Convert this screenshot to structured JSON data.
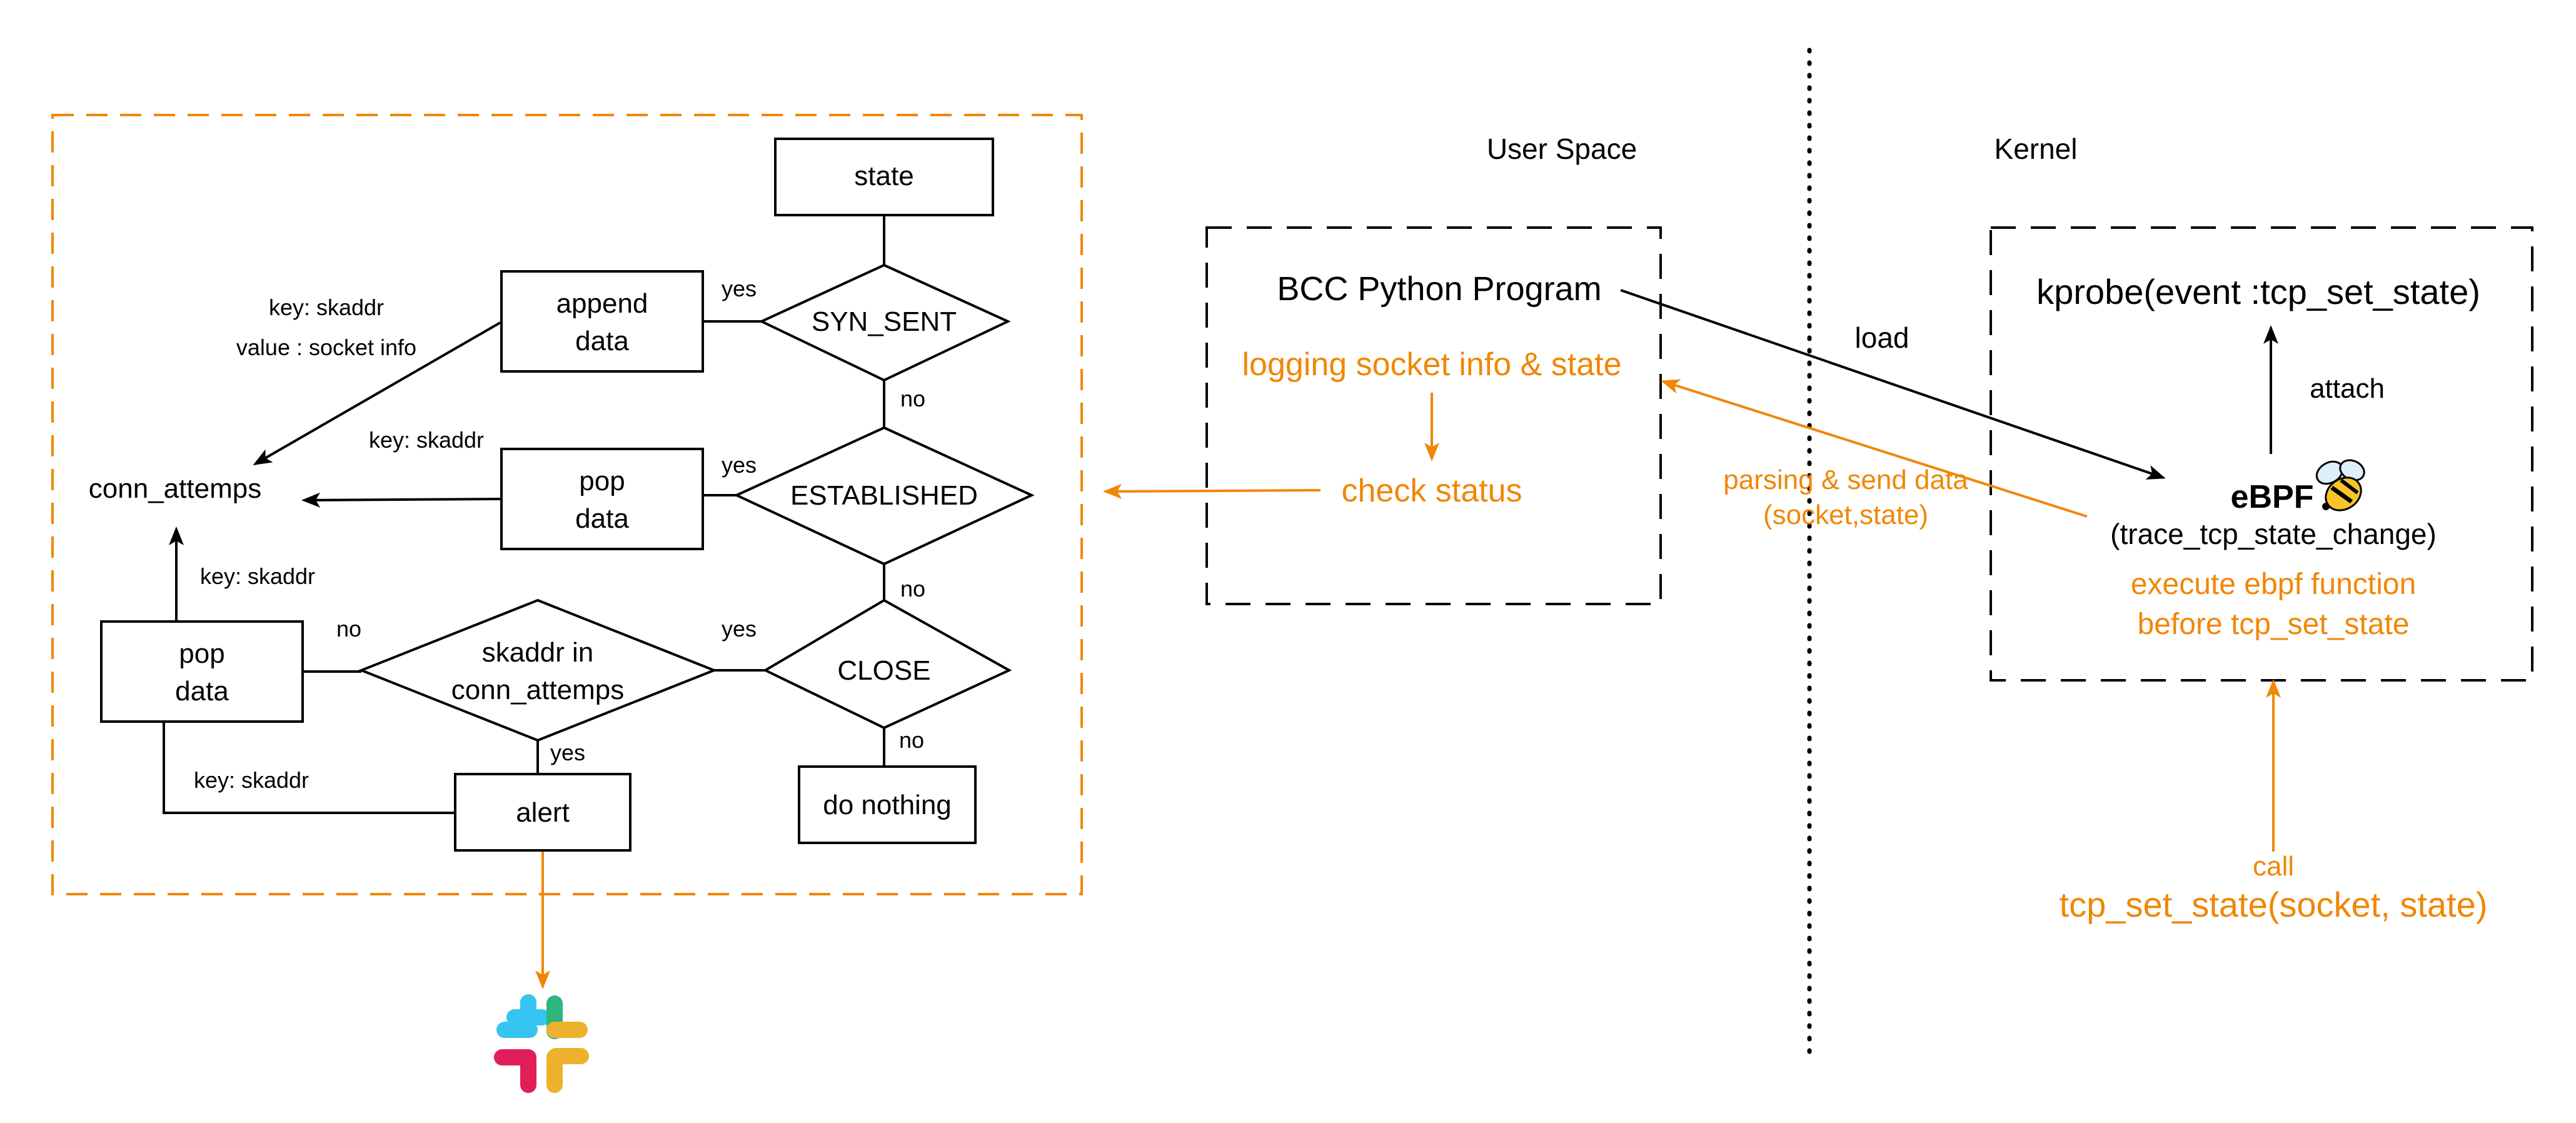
{
  "labels": {
    "user_space": "User Space",
    "kernel": "Kernel"
  },
  "flow": {
    "state": "state",
    "syn_sent": "SYN_SENT",
    "established": "ESTABLISHED",
    "close": "CLOSE",
    "append_data_1": "append",
    "append_data_2": "data",
    "pop_data_1": "pop",
    "pop_data_2": "data",
    "pop_data_left_1": "pop",
    "pop_data_left_2": "data",
    "skaddr_in_1": "skaddr in",
    "skaddr_in_2": "conn_attemps",
    "alert": "alert",
    "do_nothing": "do nothing",
    "conn_attemps": "conn_attemps",
    "edge_key_value_1": "key: skaddr",
    "edge_key_value_2": "value : socket info",
    "edge_key_pop": "key: skaddr",
    "edge_key_up": "key: skaddr",
    "edge_key_alert": "key: skaddr",
    "yes_syn": "yes",
    "no_syn": "no",
    "yes_est": "yes",
    "no_est": "no",
    "yes_close": "yes",
    "no_close": "no",
    "no_skaddr": "no",
    "yes_skaddr": "yes"
  },
  "bcc": {
    "title": "BCC Python Program",
    "logging": "logging socket info & state",
    "check_status": "check status"
  },
  "kernel_box": {
    "kprobe": "kprobe(event :tcp_set_state)",
    "attach": "attach",
    "ebpf": "eBPF",
    "trace": "(trace_tcp_state_change)",
    "execute_1": "execute ebpf function",
    "execute_2": "before tcp_set_state"
  },
  "edges": {
    "load": "load",
    "parsing_1": "parsing & send data",
    "parsing_2": "(socket,state)",
    "call": "call",
    "tcp_set_state": "tcp_set_state(socket, state)"
  },
  "icons": {
    "slack": "slack-logo-icon",
    "bee": "bee-icon"
  },
  "colors": {
    "accent": "#F08705",
    "stroke": "#000000"
  }
}
